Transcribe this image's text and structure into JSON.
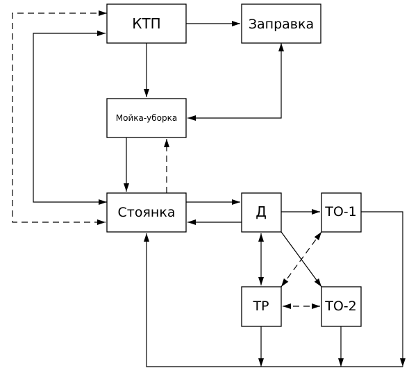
{
  "nodes": {
    "ktp": "КТП",
    "zapravka": "Заправка",
    "moyka": "Мойка-уборка",
    "stoyanka": "Стоянка",
    "d": "Д",
    "to1": "ТО-1",
    "tr": "ТР",
    "to2": "ТО-2"
  },
  "colors": {
    "line": "#000000",
    "background": "#ffffff"
  }
}
